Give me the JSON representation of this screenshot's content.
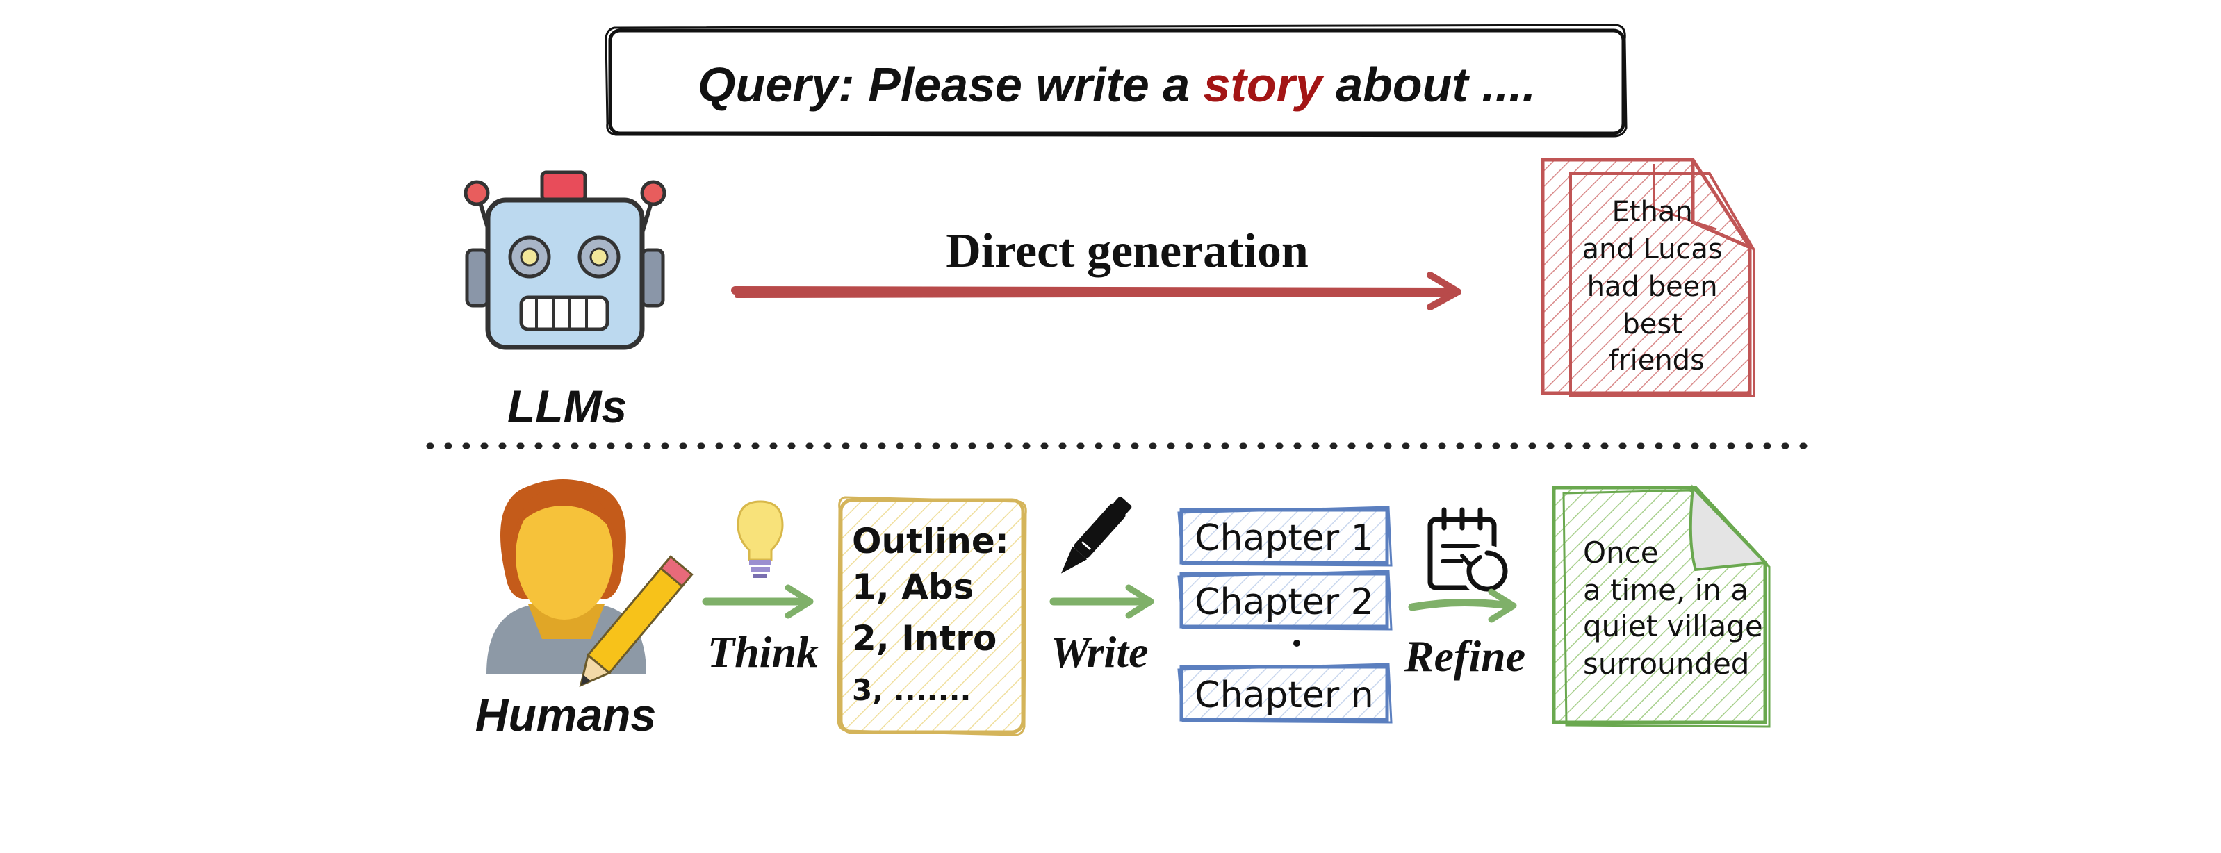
{
  "query": {
    "prefix": "Query: Please write a ",
    "highlight": "story",
    "suffix": " about ....",
    "highlight_color": "#a31515"
  },
  "llm": {
    "label": "LLMs",
    "arrow_label": "Direct generation",
    "story_lines": [
      "Ethan",
      "and Lucas",
      "had been",
      "best",
      "friends"
    ],
    "color": "#b84a4a"
  },
  "human": {
    "label": "Humans",
    "think_label": "Think",
    "write_label": "Write",
    "refine_label": "Refine",
    "outline_lines": [
      "Outline:",
      "1, Abs",
      "2, Intro",
      "3, ......."
    ],
    "chapters": [
      "Chapter 1",
      "Chapter 2",
      "Chapter n"
    ],
    "story_lines": [
      "Once",
      "a time, in a",
      "quiet village",
      "surrounded"
    ],
    "arrow_color": "#7fb069",
    "outline_color": "#d4b45a",
    "chapter_color": "#5b7fbf",
    "story_color": "#6aa84f"
  },
  "icons": {
    "robot": "robot-icon",
    "human": "person-with-pencil-icon",
    "bulb": "lightbulb-icon",
    "pen": "pen-icon",
    "refine": "clipboard-refresh-icon"
  }
}
